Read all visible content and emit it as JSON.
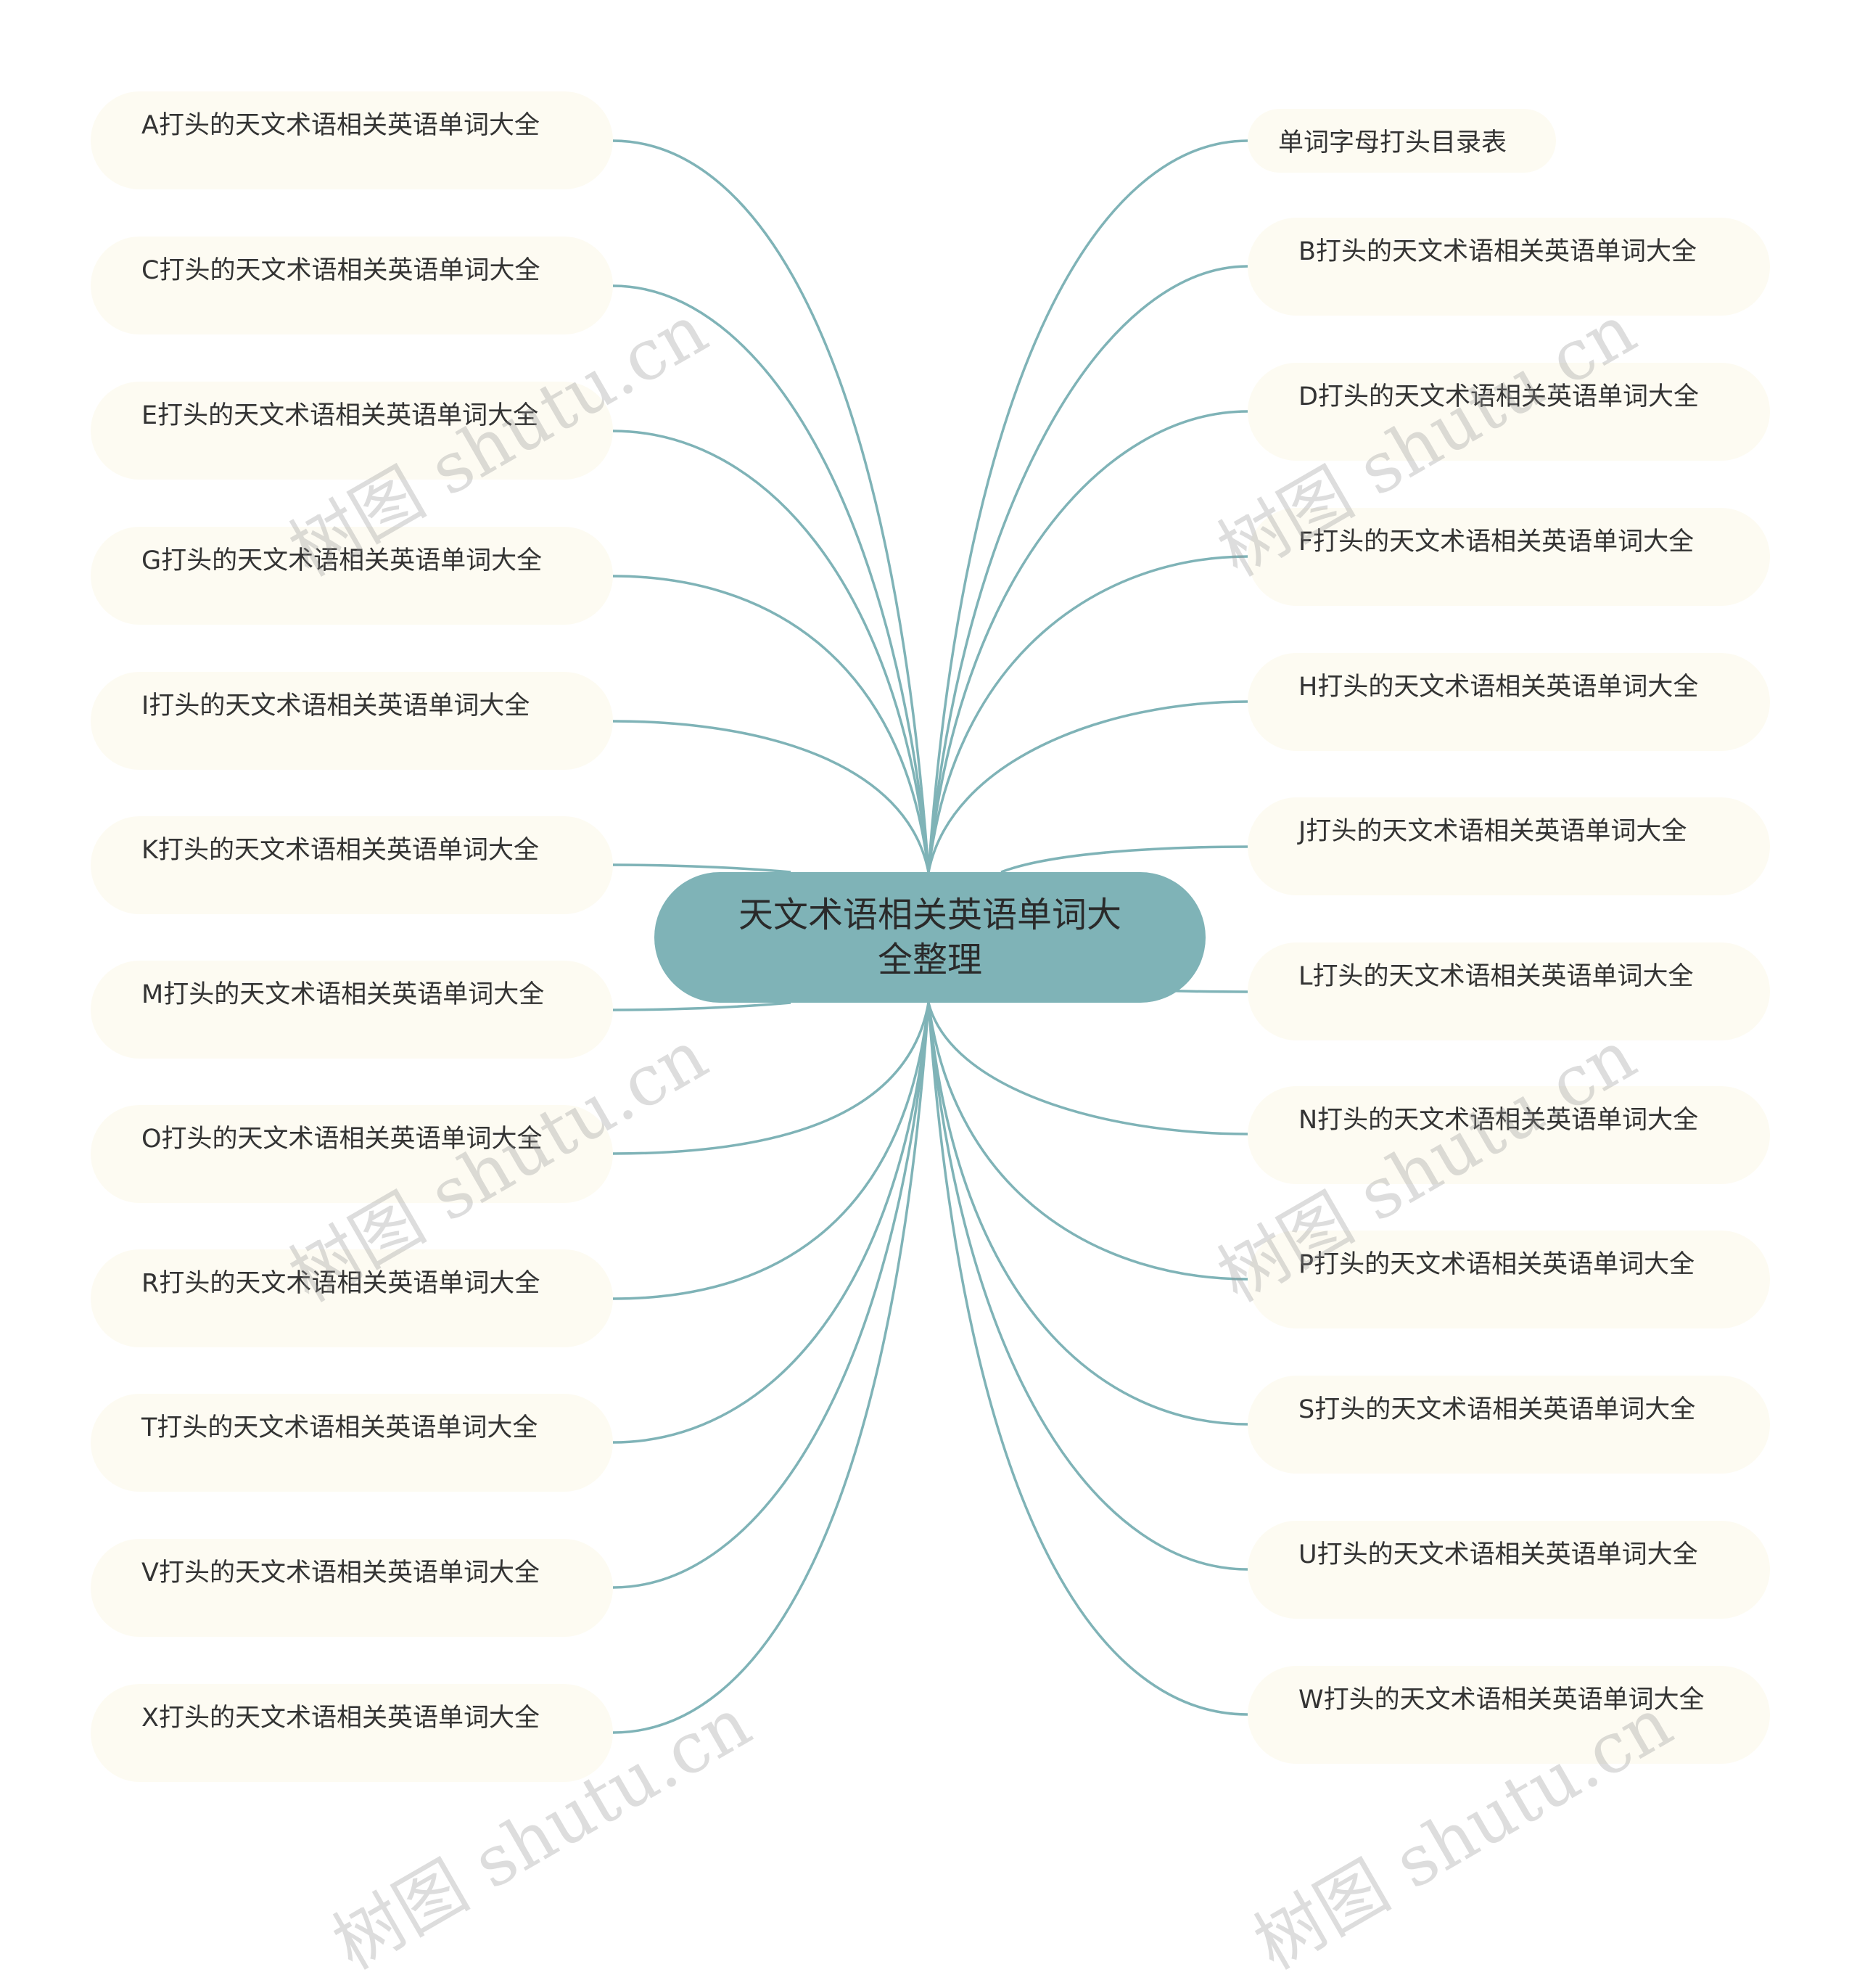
{
  "center": {
    "label": "天文术语相关英语单词大全整理"
  },
  "left_nodes": [
    {
      "label": "A打头的天文术语相关英语单词大全"
    },
    {
      "label": "C打头的天文术语相关英语单词大全"
    },
    {
      "label": "E打头的天文术语相关英语单词大全"
    },
    {
      "label": "G打头的天文术语相关英语单词大全"
    },
    {
      "label": "I打头的天文术语相关英语单词大全"
    },
    {
      "label": "K打头的天文术语相关英语单词大全"
    },
    {
      "label": "M打头的天文术语相关英语单词大全"
    },
    {
      "label": "O打头的天文术语相关英语单词大全"
    },
    {
      "label": "R打头的天文术语相关英语单词大全"
    },
    {
      "label": "T打头的天文术语相关英语单词大全"
    },
    {
      "label": "V打头的天文术语相关英语单词大全"
    },
    {
      "label": "X打头的天文术语相关英语单词大全"
    }
  ],
  "right_nodes": [
    {
      "label": "单词字母打头目录表"
    },
    {
      "label": "B打头的天文术语相关英语单词大全"
    },
    {
      "label": "D打头的天文术语相关英语单词大全"
    },
    {
      "label": "F打头的天文术语相关英语单词大全"
    },
    {
      "label": "H打头的天文术语相关英语单词大全"
    },
    {
      "label": "J打头的天文术语相关英语单词大全"
    },
    {
      "label": "L打头的天文术语相关英语单词大全"
    },
    {
      "label": "N打头的天文术语相关英语单词大全"
    },
    {
      "label": "P打头的天文术语相关英语单词大全"
    },
    {
      "label": "S打头的天文术语相关英语单词大全"
    },
    {
      "label": "U打头的天文术语相关英语单词大全"
    },
    {
      "label": "W打头的天文术语相关英语单词大全"
    }
  ],
  "watermark": {
    "text": "树图 shutu.cn"
  },
  "colors": {
    "link": "#7fb3b7",
    "center_fill": "#7fb3b7",
    "node_fill": "#fdfbf2",
    "text": "#333333"
  }
}
